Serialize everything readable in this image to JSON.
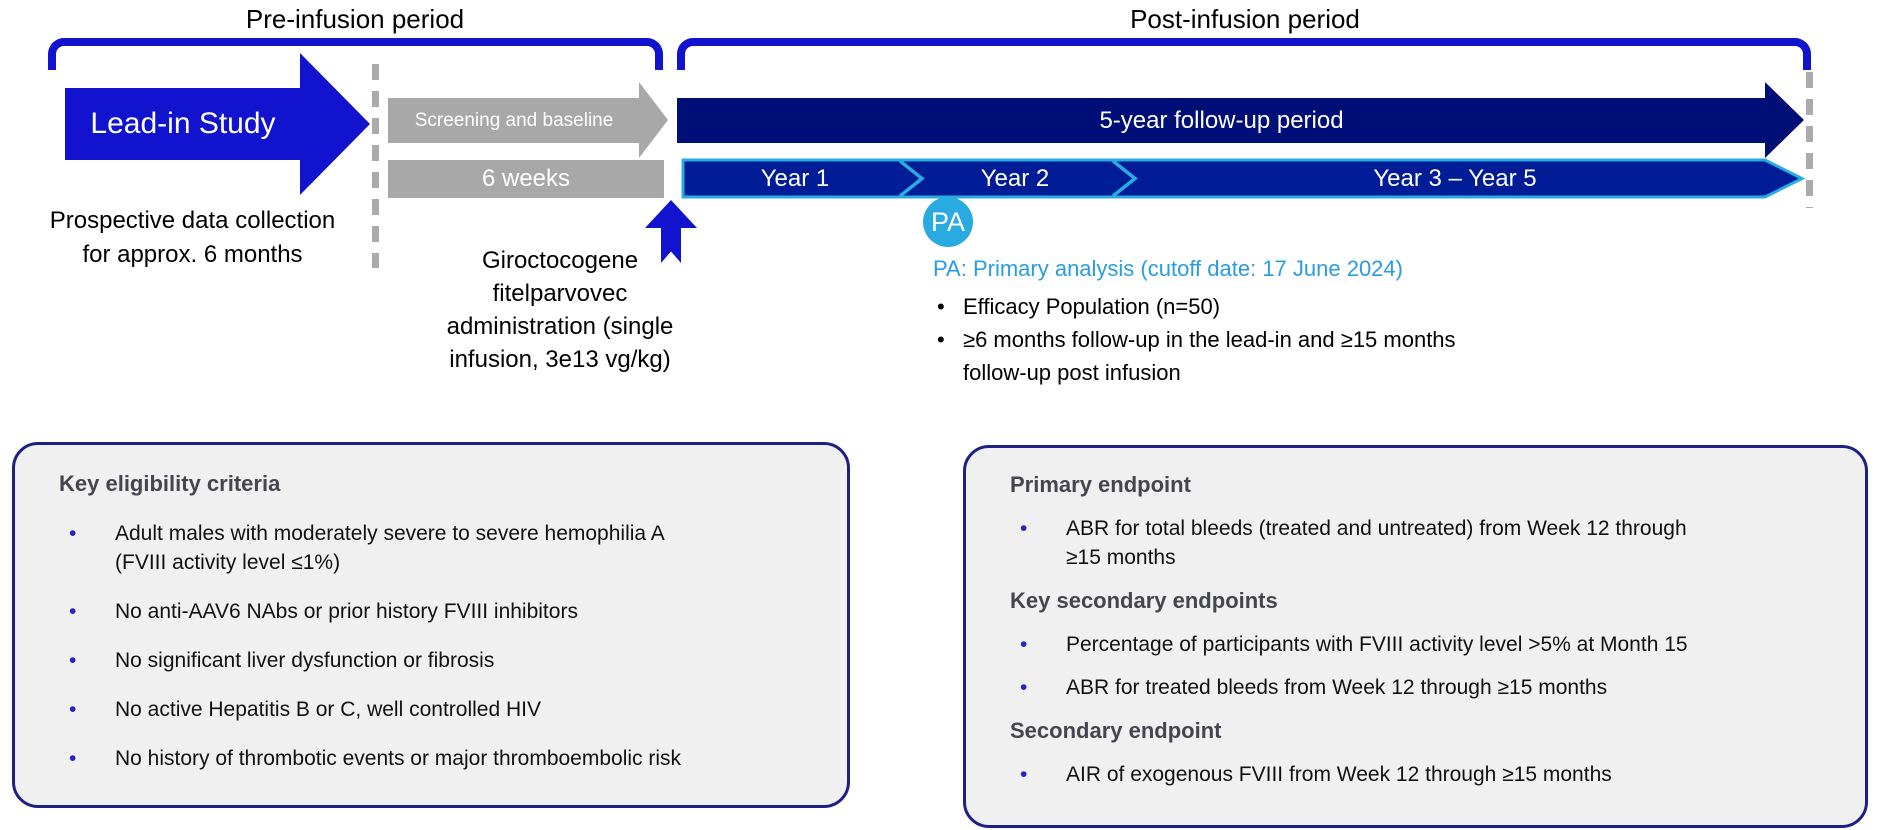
{
  "diagram": {
    "pre_period_label": "Pre-infusion period",
    "post_period_label": "Post-infusion period",
    "lead_in_arrow_label": "Lead-in Study",
    "lead_in_note": [
      "Prospective data collection",
      "for approx. 6 months"
    ],
    "screening_arrow_label": "Screening and baseline",
    "six_weeks_label": "6 weeks",
    "followup_arrow_label": "5-year follow-up period",
    "year_segments": [
      "Year 1",
      "Year 2",
      "Year 3 – Year 5"
    ],
    "administration_note": [
      "Giroctocogene",
      "fitelparvovec",
      "administration (single",
      "infusion, 3e13 vg/kg)"
    ],
    "pa_badge": "PA",
    "pa_caption": "PA: Primary analysis (cutoff date: 17 June 2024)",
    "bullet_glyph": "•",
    "pa_bullets": [
      "Efficacy Population (n=50)",
      "≥6 months follow-up in the lead-in and ≥15 months\nfollow-up post infusion"
    ]
  },
  "eligibility_box": {
    "title": "Key eligibility criteria",
    "bullets": [
      "Adult males with moderately severe to severe hemophilia A\n(FVIII activity level ≤1%)",
      "No anti-AAV6 NAbs or prior history FVIII inhibitors",
      "No significant liver dysfunction or fibrosis",
      "No active Hepatitis B or C, well controlled HIV",
      "No history of thrombotic events or major thromboembolic risk"
    ]
  },
  "endpoints_box": {
    "primary_title": "Primary endpoint",
    "primary_bullets": [
      "ABR for total bleeds (treated and untreated) from Week 12 through\n≥15 months"
    ],
    "key_secondary_title": "Key secondary endpoints",
    "key_secondary_bullets": [
      "Percentage of participants with FVIII activity level >5% at Month 15",
      "ABR for treated bleeds from Week 12 through ≥15 months"
    ],
    "secondary_title": "Secondary endpoint",
    "secondary_bullets": [
      "AIR of exogenous FVIII from Week 12 through ≥15 months"
    ]
  },
  "colors": {
    "bright_blue": "#1113CE",
    "navy": "#000F78",
    "year_bar_navy": "#001C96",
    "cyan": "#29ABE2",
    "pa_text_blue": "#2A9CE1",
    "gray": "#A8A8A8",
    "box_background": "#F0F0F0",
    "box_border": "#1F2083",
    "heading_gray": "#45454F"
  }
}
